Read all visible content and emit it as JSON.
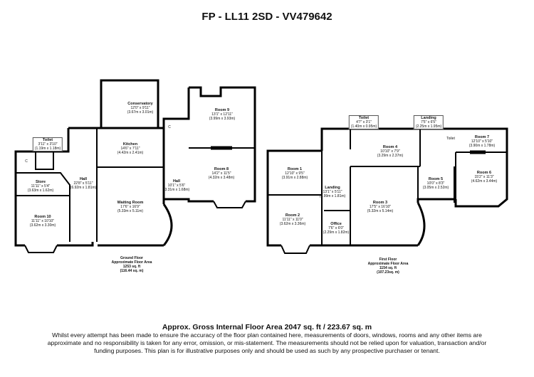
{
  "title": "FP - LL11 2SD - VV479642",
  "ground_floor": {
    "rooms": [
      {
        "name": "Conservatory",
        "imperial": "12'0\" x 9'11\"",
        "metric": "(3.67m x 3.01m)"
      },
      {
        "name": "Room 9",
        "imperial": "13'1\" x 12'11\"",
        "metric": "(3.99m x 3.93m)"
      },
      {
        "name": "Toilet",
        "imperial": "3'11\" x 3'10\"",
        "metric": "(1.19m x 1.18m)"
      },
      {
        "name": "Kitchen",
        "imperial": "14'6\" x 7'11\"",
        "metric": "(4.42m x 2.41m)"
      },
      {
        "name": "Room 8",
        "imperial": "14'2\" x 11'5\"",
        "metric": "(4.32m x 3.48m)"
      },
      {
        "name": "Store",
        "imperial": "11'11\" x 5'4\"",
        "metric": "(3.63m x 1.62m)"
      },
      {
        "name": "Hall",
        "imperial": "22'8\" x 5'11\"",
        "metric": "(6.92m x 1.81m)"
      },
      {
        "name": "Hall",
        "imperial": "10'1\" x 5'6\"",
        "metric": "(3.31m x 1.68m)"
      },
      {
        "name": "Waiting Room",
        "imperial": "17'6\" x 16'9\"",
        "metric": "(5.33m x 5.11m)"
      },
      {
        "name": "Room 10",
        "imperial": "11'11\" x 10'10\"",
        "metric": "(3.62m x 3.30m)"
      }
    ],
    "cupboard_labels": [
      "C",
      "C"
    ],
    "area": {
      "floor": "Ground Floor",
      "label": "Approximate Floor Area",
      "sqft": "1253 sq. ft",
      "sqm": "(116.44 sq. m)"
    }
  },
  "first_floor": {
    "rooms": [
      {
        "name": "Toilet",
        "imperial": "4'7\" x 3'1\"",
        "metric": "(1.40m x 0.95m)"
      },
      {
        "name": "Landing",
        "imperial": "7'5\" x 6'5\"",
        "metric": "(2.25m x 1.95m)"
      },
      {
        "name": "Room 7",
        "imperial": "12'10\" x 5'10\"",
        "metric": "(3.90m x 1.78m)"
      },
      {
        "name": "Room 4",
        "imperial": "10'10\" x 7'9\"",
        "metric": "(3.29m x 2.37m)"
      },
      {
        "name": "Room 1",
        "imperial": "12'10\" x 9'5\"",
        "metric": "(3.91m x 2.88m)"
      },
      {
        "name": "Room 6",
        "imperial": "15'2\" x 11'3\"",
        "metric": "(4.62m x 3.44m)"
      },
      {
        "name": "Room 5",
        "imperial": "10'0\" x 8'3\"",
        "metric": "(3.05m x 2.52m)"
      },
      {
        "name": "Landing",
        "imperial": "13'1\" x 5'11\"",
        "metric": "(3.99m x 1.81m)"
      },
      {
        "name": "Room 3",
        "imperial": "17'5\" x 16'10\"",
        "metric": "(5.32m x 5.14m)"
      },
      {
        "name": "Room 2",
        "imperial": "11'11\" x 11'0\"",
        "metric": "(3.62m x 3.36m)"
      },
      {
        "name": "Office",
        "imperial": "7'6\" x 6'0\"",
        "metric": "(2.29m x 1.82m)"
      }
    ],
    "small_toilet_label": "Toilet",
    "area": {
      "floor": "First Floor",
      "label": "Approximate Floor Area",
      "sqft": "1154 sq. ft",
      "sqm": "(107.23sq. m)"
    }
  },
  "gross_area": "Approx. Gross Internal Floor Area 2047 sq. ft / 223.67 sq. m",
  "disclaimer": "Whilst every attempt has been made to ensure the accuracy of the floor plan contained here, measurements of doors, windows, rooms and any other items are approximate and no responsibility is taken for any error, omission, or mis-statement. The measurements should not be relied upon for valuation, transaction and/or funding purposes. This plan is for illustrative purposes only and should be used as such by any prospective purchaser or tenant."
}
